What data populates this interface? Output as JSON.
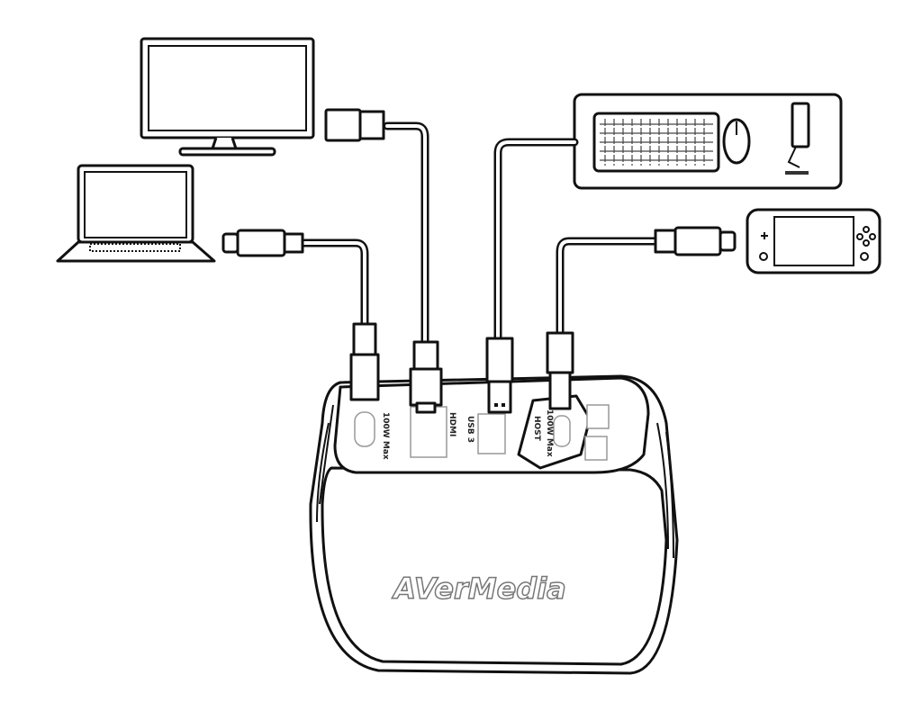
{
  "diagram": {
    "devices": [
      "monitor",
      "laptop",
      "keyboard",
      "mouse",
      "microphone",
      "handheld-console"
    ],
    "port_labels": {
      "port1": "100W Max",
      "port2": "HDMI",
      "port3": "USB 3",
      "port4": "100W Max",
      "port4_sub": "HOST"
    },
    "logo": "AVerMedia"
  }
}
